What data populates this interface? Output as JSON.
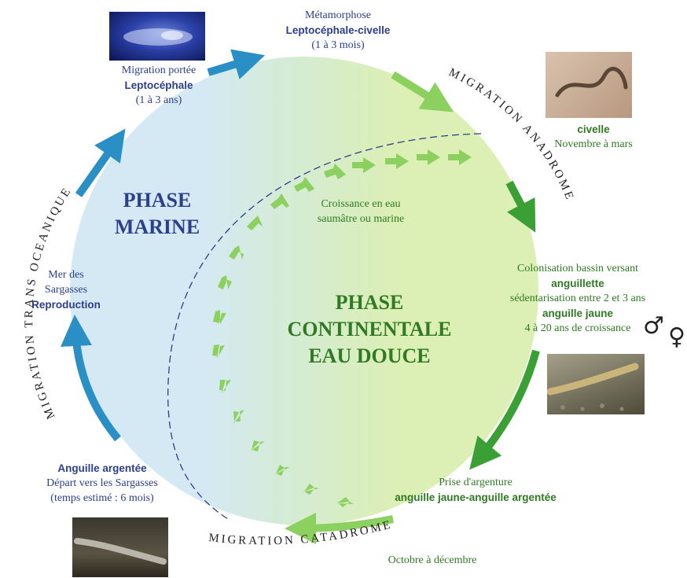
{
  "phases": {
    "marine": [
      "PHASE",
      "MARINE"
    ],
    "continental": [
      "PHASE",
      "CONTINENTALE",
      "EAU DOUCE"
    ]
  },
  "migrations": {
    "trans_oceanique": "MIGRATION TRANS OCEANIQUE",
    "anadrome": "MIGRATION ANADROME",
    "catadrome": "MIGRATION CATADROME"
  },
  "stages": {
    "leptocephale": {
      "line1": "Migration portée",
      "name": "Leptocéphale",
      "duration": "(1 à 3 ans)"
    },
    "metamorphose": {
      "line1": "Métamorphose",
      "name": "Leptocéphale-civelle",
      "duration": "(1 à 3 mois)"
    },
    "civelle": {
      "name": "civelle",
      "period": "Novembre à mars"
    },
    "croissance": {
      "line1": "Croissance en eau",
      "line2": "saumâtre ou marine"
    },
    "colonisation": {
      "line1": "Colonisation bassin versant",
      "name1": "anguillette",
      "line2": "sédentarisation entre 2 et 3 ans",
      "name2": "anguille jaune",
      "line3": "4 à 20 ans de croissance",
      "male_symbol": "♂",
      "female_symbol": "♀"
    },
    "argenture": {
      "line1": "Prise d'argenture",
      "name": "anguille jaune-anguille argentée",
      "period": "Octobre à décembre"
    },
    "argentee": {
      "name": "Anguille argentée",
      "line1": "Départ vers les Sargasses",
      "line2": "(temps estimé : 6 mois)"
    },
    "sargasses": {
      "line1": "Mer des",
      "line2": "Sargasses",
      "name": "Reproduction"
    }
  },
  "colors": {
    "marine_fill": "#d4e9f4",
    "continental_fill": "#dcefb4",
    "blue_arrow": "#2a8fc4",
    "green_arrow": "#3aa035",
    "light_green_arrow": "#8cd060",
    "blue_text": "#2b3f8c",
    "green_text": "#2f7a23"
  },
  "icons": {
    "leptocephale_photo": "leptocephalus-larva-photo",
    "civelle_photo": "glass-eel-photo",
    "yellow_eel_photo": "yellow-eel-photo",
    "silver_eel_photo": "silver-eel-photo"
  }
}
